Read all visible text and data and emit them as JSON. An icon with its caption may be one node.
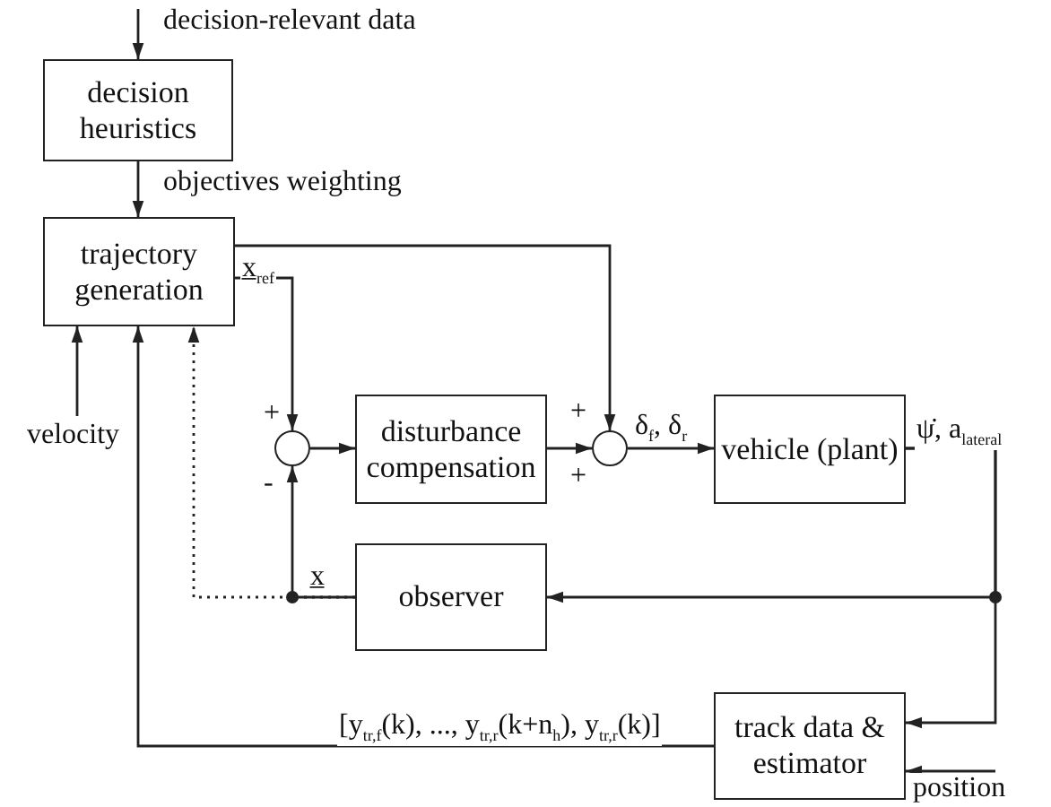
{
  "diagram": {
    "nodes": [
      {
        "text": [
          "decision heuristics"
        ]
      },
      {
        "text": [
          "trajectory generation"
        ]
      },
      {
        "text": [],
        "shape": "circle"
      },
      {
        "text": [
          "disturbance compensation"
        ]
      },
      {
        "text": [],
        "shape": "circle"
      },
      {
        "text": [
          "vehicle (plant)"
        ]
      },
      {
        "text": [
          "observer"
        ]
      },
      {
        "text": [
          "track data & estimator"
        ]
      }
    ],
    "edges": [
      {
        "from": null,
        "to": 0,
        "arrow": "to",
        "label": "decision-relevant data"
      },
      {
        "from": 0,
        "to": 1,
        "arrow": "to",
        "label": "objectives weighting"
      },
      {
        "from": 1,
        "to": 2,
        "arrow": "to",
        "label": "x̲$_{ref}$"
      },
      {
        "from": 1,
        "to": 4,
        "arrow": "to"
      },
      {
        "from": 2,
        "to": 3,
        "arrow": "to"
      },
      {
        "from": 3,
        "to": 4,
        "arrow": "to"
      },
      {
        "from": 4,
        "to": 5,
        "arrow": "to",
        "label": "δ$_{f}$, δ$_{r}$"
      },
      {
        "from": 5,
        "to": 6,
        "arrow": "to",
        "label": "ψ̇, a$_{lateral}$"
      },
      {
        "from": 5,
        "to": 7,
        "arrow": "to"
      },
      {
        "from": 6,
        "to": 2,
        "arrow": "to",
        "label": "x̲"
      },
      {
        "from": 6,
        "to": 1,
        "arrow": "to",
        "style": "dashed"
      },
      {
        "from": 7,
        "to": 1,
        "arrow": "to",
        "label": "[y$_{tr,f}$(k), ..., y$_{tr,r}$(k+n$_{h}$), y$_{tr,r}$(k)]"
      },
      {
        "from": null,
        "to": 1,
        "arrow": "to",
        "label": "velocity"
      },
      {
        "from": null,
        "to": 7,
        "arrow": "to",
        "label": "position"
      }
    ],
    "labels": [
      "+",
      "-",
      "+",
      "+"
    ]
  }
}
